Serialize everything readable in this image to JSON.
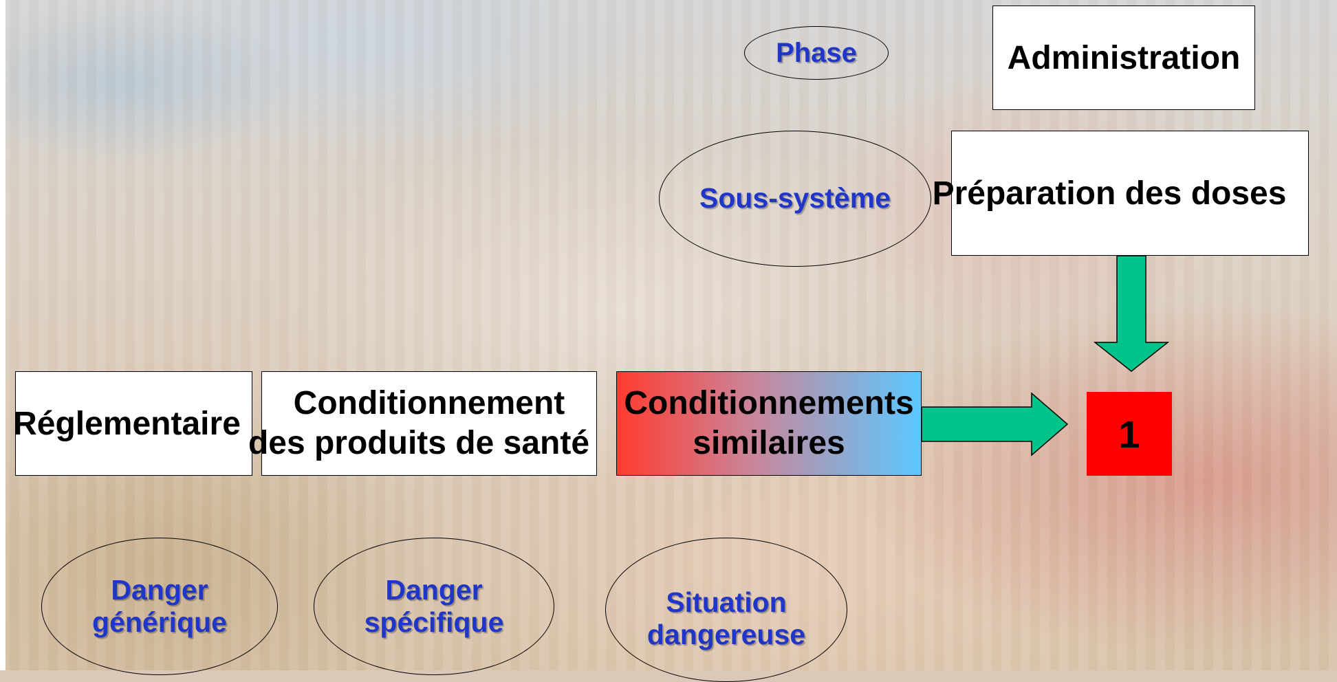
{
  "ellipses": {
    "phase": "Phase",
    "sous_systeme": "Sous-système",
    "danger_generique": [
      "Danger",
      "générique"
    ],
    "danger_specifique": [
      "Danger",
      "spécifique"
    ],
    "situation_dangereuse": [
      "Situation",
      "dangereuse"
    ]
  },
  "boxes": {
    "administration": "Administration",
    "preparation": "Préparation des doses",
    "reglementaire": "Réglementaire",
    "conditionnement": [
      "Conditionnement",
      "des produits de santé"
    ],
    "conditionnements_similaires": [
      "Conditionnements",
      "similaires"
    ],
    "result_number": "1"
  },
  "colors": {
    "ellipse_text": "#1f36c8",
    "arrow_fill": "#00c48a",
    "result_box": "#ff0000",
    "gradient_start": "#ff3b2f",
    "gradient_end": "#5cc8ff"
  }
}
